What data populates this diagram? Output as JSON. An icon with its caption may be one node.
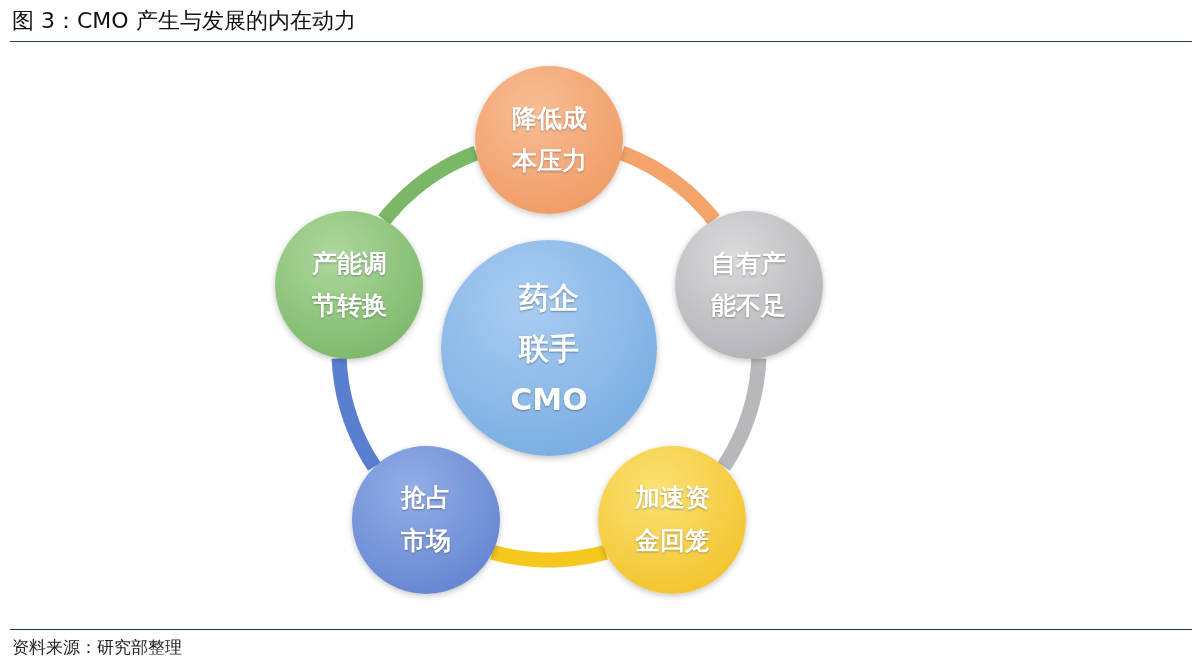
{
  "diagram": {
    "title": "图 3：CMO 产生与发展的内在动力",
    "nodes": [
      {
        "text": [
          "药企联手CMO"
        ]
      },
      {
        "text": [
          "降低成本压力"
        ]
      },
      {
        "text": [
          "自有产能不足"
        ]
      },
      {
        "text": [
          "加速资金回笼"
        ]
      },
      {
        "text": [
          "抢占市场"
        ]
      },
      {
        "text": [
          "产能调节转换"
        ]
      }
    ],
    "edges": [
      {
        "from": 1,
        "to": 2,
        "arrow": "none",
        "color": "#f4a46a"
      },
      {
        "from": 2,
        "to": 3,
        "arrow": "none",
        "color": "#b8b8bc"
      },
      {
        "from": 3,
        "to": 4,
        "arrow": "none",
        "color": "#f5c81e"
      },
      {
        "from": 4,
        "to": 5,
        "arrow": "none",
        "color": "#5a7fd0"
      },
      {
        "from": 5,
        "to": 1,
        "arrow": "none",
        "color": "#7ab867"
      }
    ],
    "caption": "资料来源：研究部整理"
  }
}
